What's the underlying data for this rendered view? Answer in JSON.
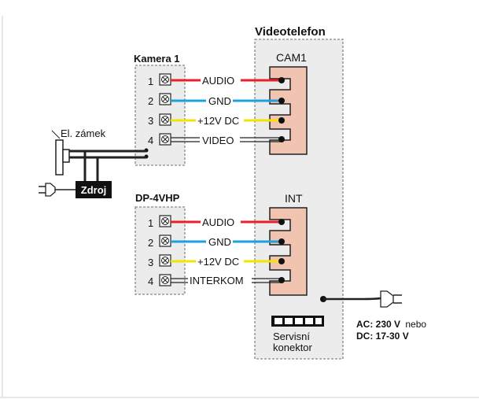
{
  "device": {
    "title": "Videotelefon"
  },
  "camera": {
    "title": "Kamera 1"
  },
  "door_station": {
    "title": "DP-4VHP"
  },
  "lock": {
    "label": "El. zámek"
  },
  "power_supply": {
    "label": "Zdroj"
  },
  "cam_connector": {
    "label": "CAM1",
    "terminals": [
      {
        "num": "1",
        "signal": "AUDIO",
        "color": "#e8202a"
      },
      {
        "num": "2",
        "signal": "GND",
        "color": "#1ba1e0"
      },
      {
        "num": "3",
        "signal": "+12V DC",
        "color": "#f5e400"
      },
      {
        "num": "4",
        "signal": "VIDEO",
        "color": "#333333"
      }
    ]
  },
  "int_connector": {
    "label": "INT",
    "terminals": [
      {
        "num": "1",
        "signal": "AUDIO",
        "color": "#e8202a"
      },
      {
        "num": "2",
        "signal": "GND",
        "color": "#1ba1e0"
      },
      {
        "num": "3",
        "signal": "+12V DC",
        "color": "#f5e400"
      },
      {
        "num": "4",
        "signal": "INTERKOM",
        "color": "#333333"
      }
    ]
  },
  "service_port": {
    "label_line1": "Servisní",
    "label_line2": "konektor"
  },
  "power_spec": {
    "ac_value": "AC: 230 V",
    "ac_suffix": "nebo",
    "dc_value": "DC: 17-30 V"
  },
  "colors": {
    "connector_body": "#f0c4b0",
    "panel_fill": "#ececec",
    "dashed_border": "#888888",
    "wire_dark": "#222222"
  }
}
